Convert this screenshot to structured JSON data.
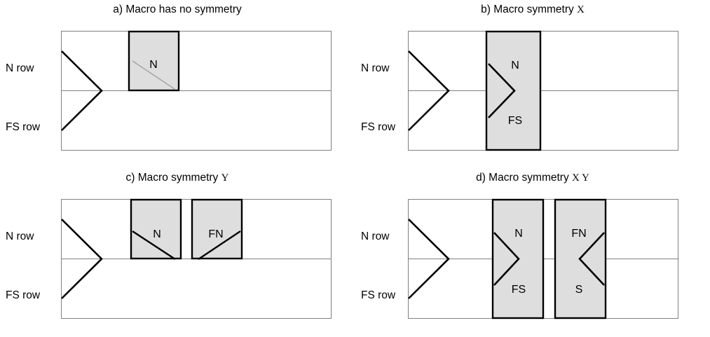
{
  "figure": {
    "fill_gray": "#dedede",
    "frame_stroke": "#808080",
    "divider_stroke": "#808080",
    "box_stroke": "#000000",
    "arrow_stroke": "#000000",
    "faint_diagonal_stroke": "#9a9a9a"
  },
  "row_labels": {
    "top": "N row",
    "bottom": "FS row"
  },
  "panels": [
    {
      "id": "a",
      "title_prefix": "a) Macro has no symmetry",
      "title_symmetry": "",
      "boxes": [
        {
          "name": "box-n",
          "cells": [
            "N"
          ],
          "span": "top",
          "mark": "faint-diagonal-down"
        }
      ]
    },
    {
      "id": "b",
      "title_prefix": "b) Macro symmetry ",
      "title_symmetry": "X",
      "boxes": [
        {
          "name": "box-n-fs",
          "cells": [
            "N",
            "FS"
          ],
          "span": "both",
          "mark": "arrow-right"
        }
      ]
    },
    {
      "id": "c",
      "title_prefix": "c) Macro symmetry ",
      "title_symmetry": "Y",
      "boxes": [
        {
          "name": "box-n",
          "cells": [
            "N"
          ],
          "span": "top",
          "mark": "diagonal-down"
        },
        {
          "name": "box-fn",
          "cells": [
            "FN"
          ],
          "span": "top",
          "mark": "diagonal-up"
        }
      ]
    },
    {
      "id": "d",
      "title_prefix": "d) Macro symmetry ",
      "title_symmetry": "X Y",
      "boxes": [
        {
          "name": "box-n-fs",
          "cells": [
            "N",
            "FS"
          ],
          "span": "both",
          "mark": "arrow-right"
        },
        {
          "name": "box-fn-s",
          "cells": [
            "FN",
            "S"
          ],
          "span": "both",
          "mark": "arrow-left"
        }
      ]
    }
  ],
  "cell_labels": {
    "a_top": "N",
    "b_top": "N",
    "b_bottom": "FS",
    "c_first": "N",
    "c_second": "FN",
    "d_first_top": "N",
    "d_first_bottom": "FS",
    "d_second_top": "FN",
    "d_second_bottom": "S"
  }
}
